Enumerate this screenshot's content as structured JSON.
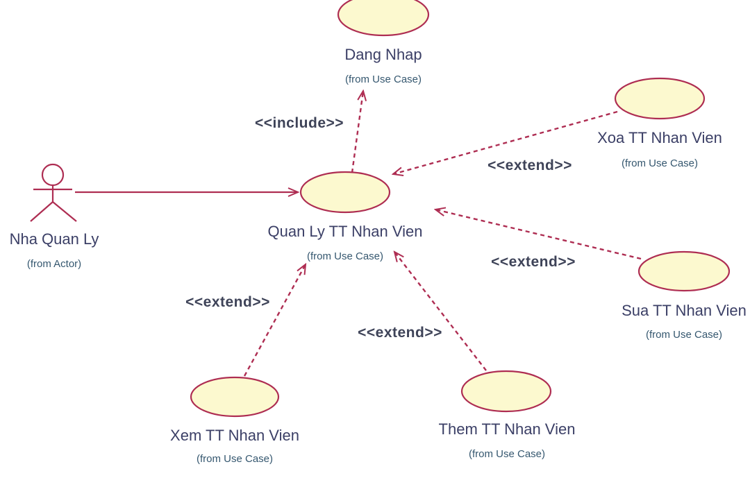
{
  "diagram": {
    "type": "uml-use-case-diagram",
    "colors": {
      "stroke_color": "#AE2D52",
      "ellipse_fill": "#FCF9CF",
      "name_color": "#3B3F66",
      "from_color": "#35576F",
      "stereo_color": "#3E4358",
      "bg_color": "#FFFFFF"
    },
    "actor": {
      "name": "Nha Quan Ly",
      "from": "(from Actor)"
    },
    "use_cases": [
      {
        "id": "dang-nhap",
        "name": "Dang Nhap",
        "from": "(from Use Case)"
      },
      {
        "id": "xoa",
        "name": "Xoa TT Nhan Vien",
        "from": "(from Use Case)"
      },
      {
        "id": "quan-ly",
        "name": "Quan Ly TT Nhan Vien",
        "from": "(from Use Case)"
      },
      {
        "id": "sua",
        "name": "Sua TT Nhan Vien",
        "from": "(from Use Case)"
      },
      {
        "id": "xem",
        "name": "Xem TT Nhan Vien",
        "from": "(from Use Case)"
      },
      {
        "id": "them",
        "name": "Them TT Nhan Vien",
        "from": "(from Use Case)"
      }
    ],
    "relationships": [
      {
        "label": "<<include>>",
        "from": "Quan Ly TT Nhan Vien",
        "to": "Dang Nhap",
        "style": "dashed-arrow"
      },
      {
        "label": "<<extend>>",
        "from": "Xoa TT Nhan Vien",
        "to": "Quan Ly TT Nhan Vien",
        "style": "dashed-arrow"
      },
      {
        "label": "<<extend>>",
        "from": "Sua TT Nhan Vien",
        "to": "Quan Ly TT Nhan Vien",
        "style": "dashed-arrow"
      },
      {
        "label": "<<extend>>",
        "from": "Xem TT Nhan Vien",
        "to": "Quan Ly TT Nhan Vien",
        "style": "dashed-arrow"
      },
      {
        "label": "<<extend>>",
        "from": "Them TT Nhan Vien",
        "to": "Quan Ly TT Nhan Vien",
        "style": "dashed-arrow"
      },
      {
        "label": "",
        "from": "Nha Quan Ly",
        "to": "Quan Ly TT Nhan Vien",
        "style": "solid-arrow"
      }
    ]
  }
}
